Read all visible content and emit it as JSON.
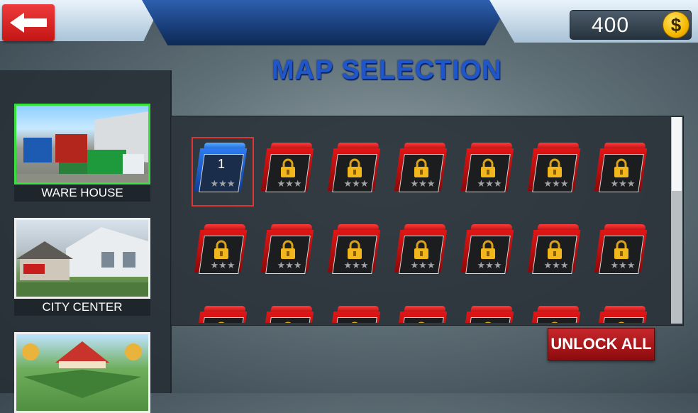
{
  "header": {
    "back_icon": "back-arrow-icon",
    "coins": "400",
    "coin_icon": "dollar-coin-icon",
    "coin_symbol": "$"
  },
  "title": "MAP SELECTION",
  "maps": [
    {
      "label": "WARE HOUSE",
      "selected": true
    },
    {
      "label": "CITY CENTER",
      "selected": false
    },
    {
      "label": "",
      "selected": false
    }
  ],
  "levels": {
    "unlocked_number": "1",
    "stars_text": "★★★",
    "lock_icon": "padlock-icon"
  },
  "buttons": {
    "unlock_all": "UNLOCK ALL"
  },
  "colors": {
    "accent_red": "#d01414",
    "accent_blue": "#1f56c9",
    "selected_green": "#37e03a"
  }
}
